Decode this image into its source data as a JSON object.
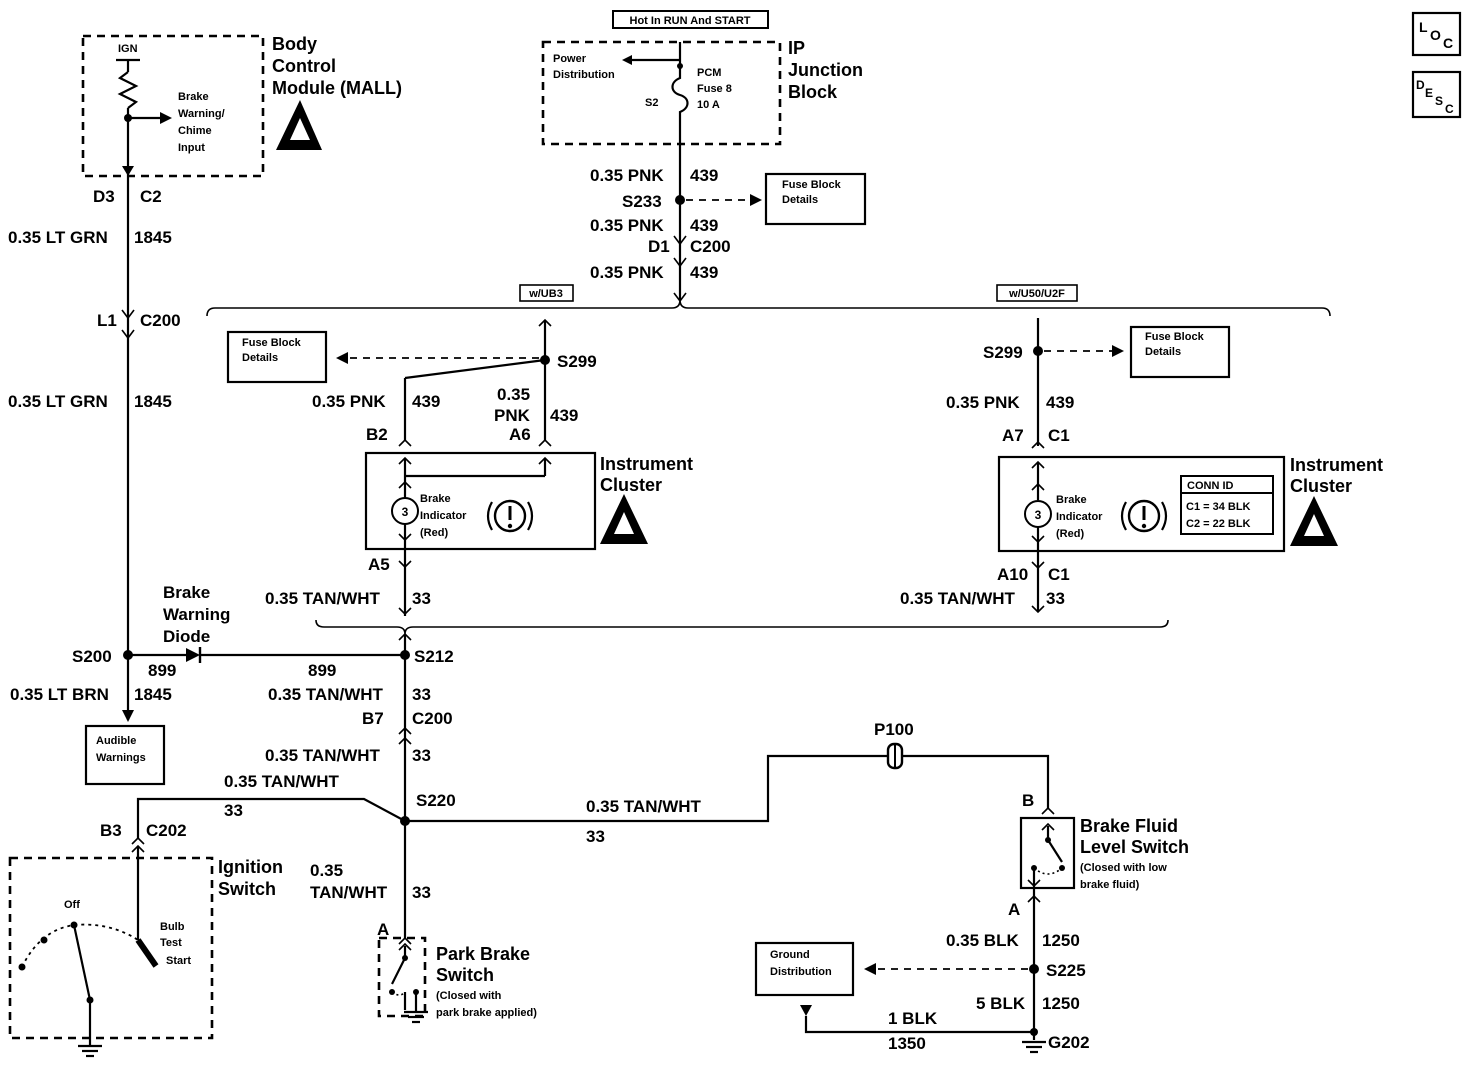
{
  "header": {
    "hot_label": "Hot In RUN And START",
    "loc_icon": "L O C",
    "desc_icon": "D E S C"
  },
  "bcm": {
    "title_lines": [
      "Body",
      "Control",
      "Module (MALL)"
    ],
    "ign": "IGN",
    "input_lines": [
      "Brake",
      "Warning/",
      "Chime",
      "Input"
    ],
    "pin_left": "D3",
    "pin_right": "C2",
    "esd_icon": "esd-warning-icon"
  },
  "ipjb": {
    "title_lines": [
      "IP",
      "Junction",
      "Block"
    ],
    "power_lines": [
      "Power",
      "Distribution"
    ],
    "fuse_lines": [
      "PCM",
      "Fuse 8",
      "10 A"
    ],
    "s2": "S2"
  },
  "wires": {
    "w_lt_grn_1": {
      "gauge": "0.35 LT GRN",
      "circuit": "1845"
    },
    "c200_l1": {
      "pin": "L1",
      "conn": "C200"
    },
    "w_lt_grn_2": {
      "gauge": "0.35 LT GRN",
      "circuit": "1845"
    },
    "w_pnk_1": {
      "gauge": "0.35 PNK",
      "circuit": "439"
    },
    "s233": "S233",
    "w_pnk_2": {
      "gauge": "0.35 PNK",
      "circuit": "439"
    },
    "c200_d1": {
      "pin": "D1",
      "conn": "C200"
    },
    "w_pnk_3": {
      "gauge": "0.35 PNK",
      "circuit": "439"
    },
    "fuse_block_details": "Fuse Block Details",
    "opt_ub3": "w/UB3",
    "opt_u50": "w/U50/U2F",
    "s299_left": "S299",
    "w_pnk_b2": {
      "gauge": "0.35 PNK",
      "circuit": "439"
    },
    "w_pnk_a6": {
      "gauge_lines": [
        "0.35",
        "PNK"
      ],
      "circuit": "439"
    },
    "pin_b2": "B2",
    "pin_a6": "A6",
    "pin_a5": "A5",
    "w_tan_a5": {
      "gauge": "0.35 TAN/WHT",
      "circuit": "33"
    },
    "s299_right": "S299",
    "w_pnk_right": {
      "gauge": "0.35 PNK",
      "circuit": "439"
    },
    "pin_a7": "A7",
    "conn_c1_top": "C1",
    "pin_a10": "A10",
    "conn_c1_bottom": "C1",
    "w_tan_a10": {
      "gauge": "0.35 TAN/WHT",
      "circuit": "33"
    },
    "diode_lines": [
      "Brake",
      "Warning",
      "Diode"
    ],
    "s200": "S200",
    "c899_left": "899",
    "c899_right": "899",
    "s212": "S212",
    "w_lt_brn": {
      "gauge": "0.35 LT BRN",
      "circuit": "1845"
    },
    "w_tan_s212": {
      "gauge": "0.35 TAN/WHT",
      "circuit": "33"
    },
    "c200_b7": {
      "pin": "B7",
      "conn": "C200"
    },
    "w_tan_b7": {
      "gauge": "0.35 TAN/WHT",
      "circuit": "33"
    },
    "audible_lines": [
      "Audible",
      "Warnings"
    ],
    "w_tan_ign": {
      "gauge": "0.35 TAN/WHT",
      "circuit": "33"
    },
    "s220": "S220",
    "w_tan_p100": {
      "gauge": "0.35 TAN/WHT",
      "circuit": "33"
    },
    "p100": "P100",
    "c202_b3": {
      "pin": "B3",
      "conn": "C202"
    },
    "w_tan_park": {
      "gauge_lines": [
        "0.35",
        "TAN/WHT"
      ],
      "circuit": "33"
    },
    "pin_a_park": "A",
    "pin_b_fluid": "B",
    "pin_a_fluid": "A",
    "w_blk_s225": {
      "gauge": "0.35 BLK",
      "circuit": "1250"
    },
    "s225": "S225",
    "w_blk_g202": {
      "gauge": "5 BLK",
      "circuit": "1250"
    },
    "w_blk_1350": {
      "gauge": "1 BLK",
      "circuit": "1350"
    },
    "g202": "G202",
    "ground_dist_lines": [
      "Ground",
      "Distribution"
    ]
  },
  "cluster_left": {
    "title_lines": [
      "Instrument",
      "Cluster"
    ],
    "indicator_lines": [
      "Brake",
      "Indicator",
      "(Red)"
    ],
    "warn_symbol": "(!)"
  },
  "cluster_right": {
    "title_lines": [
      "Instrument",
      "Cluster"
    ],
    "indicator_lines": [
      "Brake",
      "Indicator",
      "(Red)"
    ],
    "warn_symbol": "(!)",
    "conn_id_title": "CONN ID",
    "conn_id_c1": "C1 = 34 BLK",
    "conn_id_c2": "C2 = 22 BLK"
  },
  "ignition_switch": {
    "title_lines": [
      "Ignition",
      "Switch"
    ],
    "off": "Off",
    "bulb_lines": [
      "Bulb",
      "Test",
      "Start"
    ]
  },
  "park_brake": {
    "title_lines": [
      "Park Brake",
      "Switch"
    ],
    "note_lines": [
      "(Closed with",
      "park brake applied)"
    ]
  },
  "fluid_switch": {
    "title_lines": [
      "Brake Fluid",
      "Level Switch"
    ],
    "note_lines": [
      "(Closed with low",
      "brake fluid)"
    ]
  }
}
